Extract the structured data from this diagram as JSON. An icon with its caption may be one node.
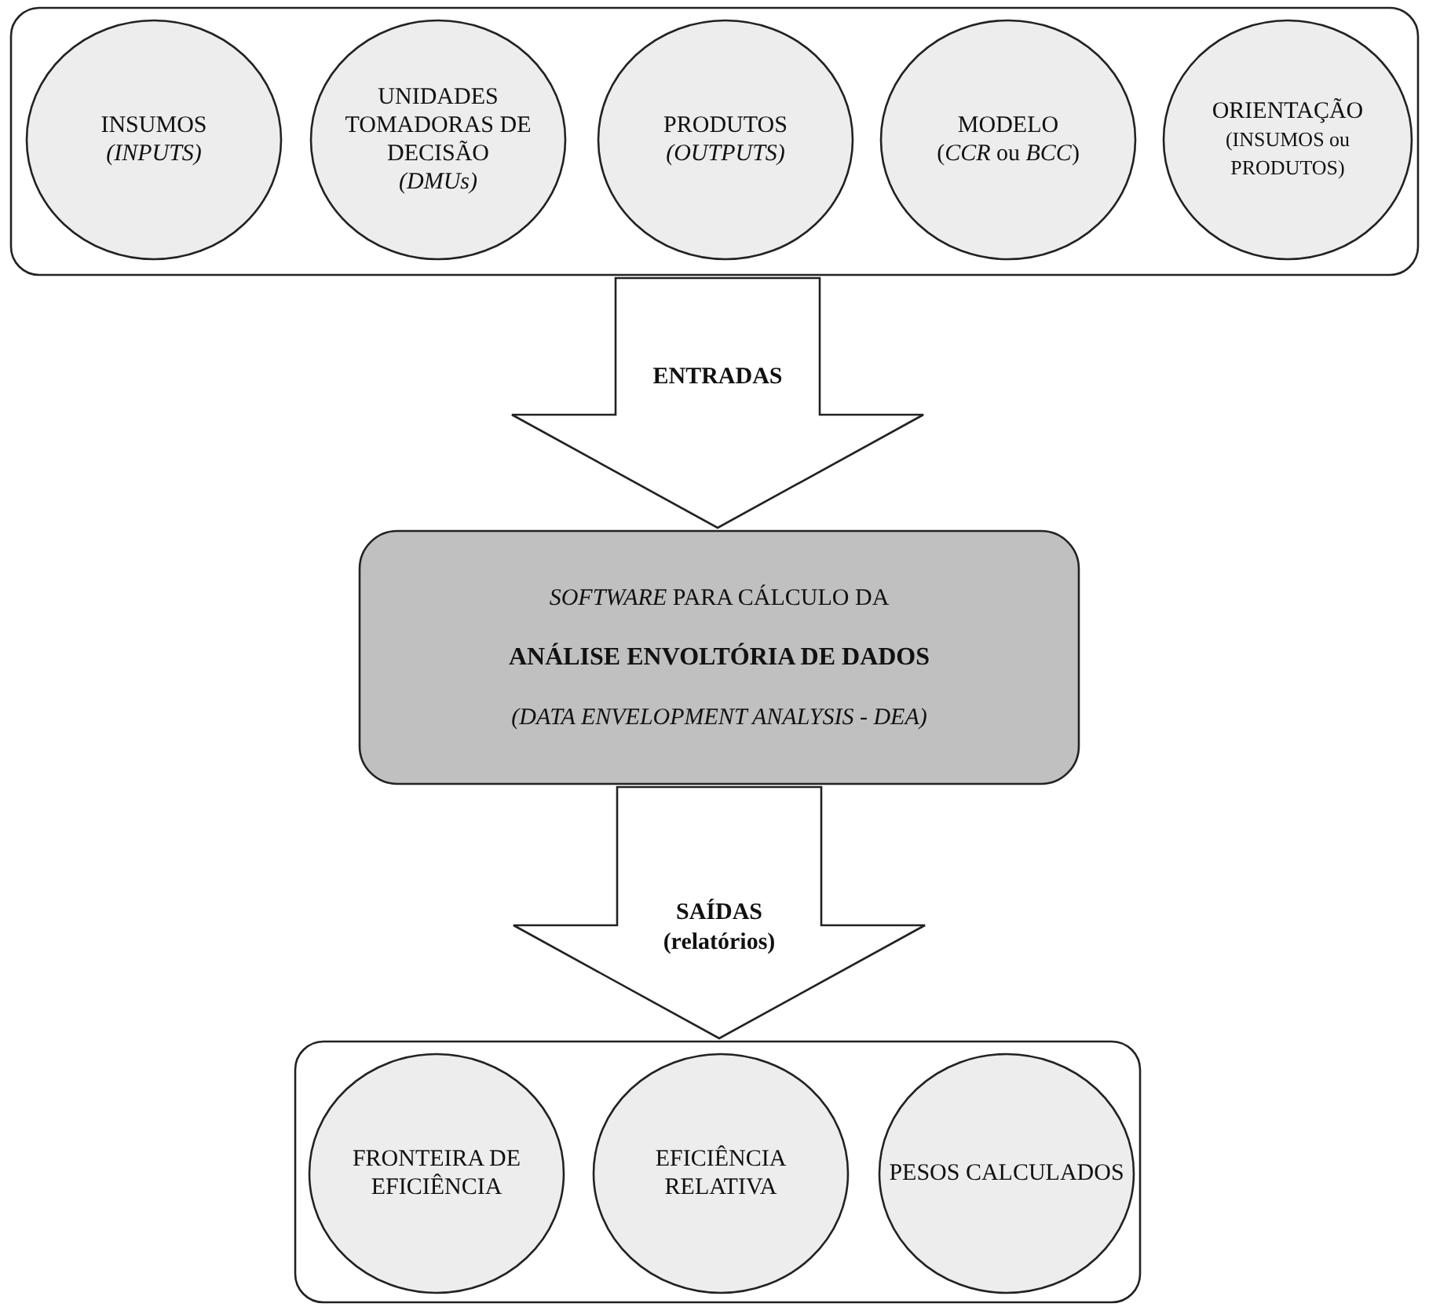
{
  "diagram": {
    "nodes": [
      {
        "text": [],
        "shape": "box"
      },
      {
        "text": [
          "INSUMOS",
          "(INPUTS)"
        ],
        "in": 0
      },
      {
        "text": [
          "UNIDADES TOMADORAS DE DECISÃO",
          "(DMUs)"
        ],
        "in": 0
      },
      {
        "text": [
          "PRODUTOS",
          "(OUTPUTS)"
        ],
        "in": 0
      },
      {
        "text": [
          "MODELO",
          "(*CCR* ou *BCC*)"
        ],
        "in": 0
      },
      {
        "text": [
          "ORIENTAÇÃO",
          "(INSUMOS ou PRODUTOS)"
        ],
        "in": 0
      },
      {
        "text": [
          "*SOFTWARE* PARA CÁLCULO DA",
          "ANÁLISE ENVOLTÓRIA DE DADOS",
          "(DATA ENVELOPMENT ANALYSIS - DEA)"
        ]
      },
      {
        "text": [],
        "shape": "box"
      },
      {
        "text": [
          "FRONTEIRA DE EFICIÊNCIA"
        ],
        "in": 7
      },
      {
        "text": [
          "EFICIÊNCIA RELATIVA"
        ],
        "in": 7
      },
      {
        "text": [
          "PESOS CALCULADOS"
        ],
        "in": 7
      }
    ],
    "edges": [
      {
        "from": 0,
        "to": 6,
        "arrow": "to",
        "label": "ENTRADAS",
        "style": "thick"
      },
      {
        "from": 6,
        "to": 7,
        "arrow": "to",
        "label": "SAÍDAS (relatórios)",
        "style": "thick"
      }
    ]
  }
}
